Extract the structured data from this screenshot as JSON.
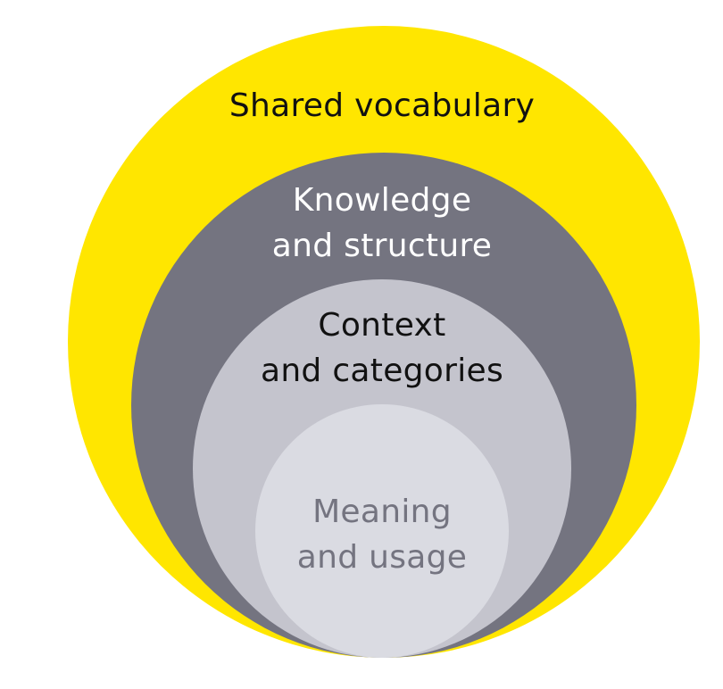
{
  "colors": {
    "background": "#ffffff",
    "outer_ring": "#ffe600",
    "second_ring": "#747480",
    "third_ring": "#c4c4cd",
    "inner_circle": "#dadbe2",
    "outer_text": "#111111",
    "second_text": "#ffffff",
    "third_text": "#111111",
    "inner_text": "#747480"
  },
  "rings": [
    {
      "id": "shared-vocabulary",
      "lines": [
        "Shared vocabulary"
      ]
    },
    {
      "id": "knowledge-and-structure",
      "lines": [
        "Knowledge",
        "and structure"
      ]
    },
    {
      "id": "context-and-categories",
      "lines": [
        "Context",
        "and categories"
      ]
    },
    {
      "id": "meaning-and-usage",
      "lines": [
        "Meaning",
        "and usage"
      ]
    }
  ]
}
